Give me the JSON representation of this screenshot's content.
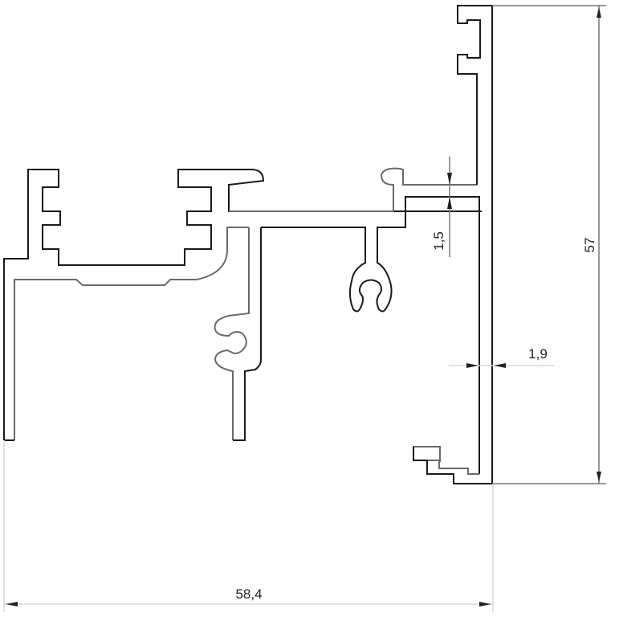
{
  "drawing": {
    "type": "aluminium profile cross-section",
    "colors": {
      "outline": "#1a1a1a",
      "outline_light": "#6a6a6a",
      "dimension_line": "#777777",
      "extension_line": "#d8d8d8",
      "background": "#ffffff"
    },
    "dimensions": {
      "overall_width": {
        "label": "58,4",
        "orientation": "horizontal"
      },
      "overall_height": {
        "label": "57",
        "orientation": "vertical"
      },
      "web_thickness": {
        "label": "1,5",
        "orientation": "vertical"
      },
      "wall_thickness": {
        "label": "1,9",
        "orientation": "horizontal"
      }
    }
  }
}
